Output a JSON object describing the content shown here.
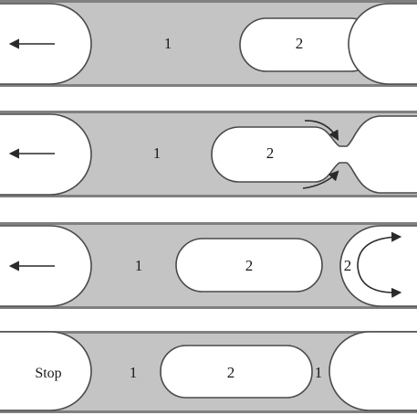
{
  "panels": [
    {
      "left_marker": "arrow-left",
      "labels": {
        "phase_1": "1",
        "phase_2": "2"
      }
    },
    {
      "left_marker": "arrow-left",
      "labels": {
        "phase_1": "1",
        "phase_2": "2"
      },
      "flow_arrows": "converging-into-neck"
    },
    {
      "left_marker": "arrow-left",
      "labels": {
        "phase_1": "1",
        "phase_2": "2",
        "phase_2_right": "2"
      },
      "flow_arrows": "recirculating"
    },
    {
      "left_marker": "stop",
      "labels": {
        "stop": "Stop",
        "phase_1": "1",
        "phase_2": "2",
        "phase_1_right": "1"
      }
    }
  ]
}
